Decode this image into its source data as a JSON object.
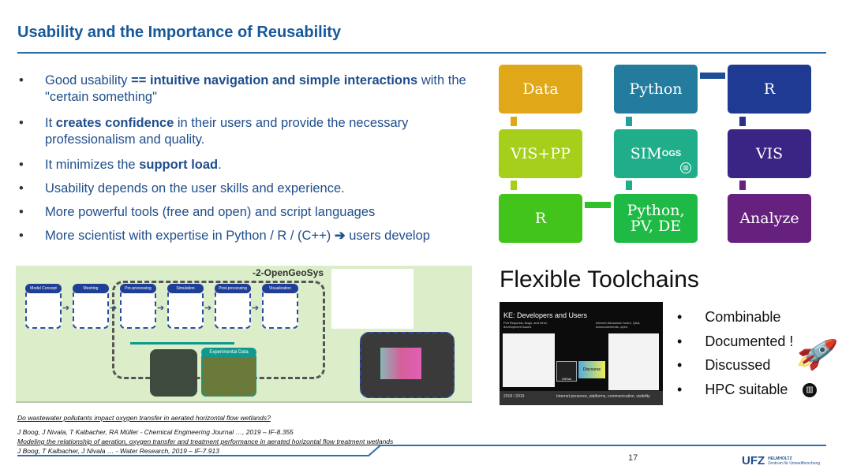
{
  "title": "Usability and the Importance of Reusability",
  "bullets": [
    {
      "segments": [
        {
          "text": "Good usability ",
          "bold": false
        },
        {
          "text": "== intuitive navigation and simple interactions",
          "bold": true
        },
        {
          "text": " with the \"certain something\"",
          "bold": false
        }
      ]
    },
    {
      "segments": [
        {
          "text": "It ",
          "bold": false
        },
        {
          "text": "creates confidence",
          "bold": true
        },
        {
          "text": " in their users and provide the necessary professionalism and quality.",
          "bold": false
        }
      ]
    },
    {
      "segments": [
        {
          "text": "It minimizes the ",
          "bold": false
        },
        {
          "text": "support load",
          "bold": true
        },
        {
          "text": ".",
          "bold": false
        }
      ]
    },
    {
      "segments": [
        {
          "text": "Usability depends on the user skills and  experience.",
          "bold": false
        }
      ]
    },
    {
      "segments": [
        {
          "text": "More powerful tools (free and open) and script languages",
          "bold": false
        }
      ]
    },
    {
      "segments": [
        {
          "text": "More scientist with expertise in Python / R / (C++) ",
          "bold": false
        },
        {
          "text": "➔",
          "bold": true
        },
        {
          "text": " users develop",
          "bold": false
        }
      ]
    }
  ],
  "toolchain": {
    "boxes": [
      {
        "label": "Data",
        "color": "#e0a818"
      },
      {
        "label": "Python",
        "color": "#237b9e"
      },
      {
        "label": "R",
        "color": "#1f3a92"
      },
      {
        "label": "VIS+PP",
        "color": "#a6cf1b"
      },
      {
        "label": "SIM",
        "sup": "OGS",
        "color": "#20ae8a"
      },
      {
        "label": "VIS",
        "color": "#3a2585"
      },
      {
        "label": "R",
        "color": "#42c41b"
      },
      {
        "label": "Python, PV, DE",
        "color": "#1fba45"
      },
      {
        "label": "Analyze",
        "color": "#66217f"
      }
    ]
  },
  "workflow": {
    "stages": [
      "Model Concept",
      "Meshing",
      "Pre-processing",
      "Simulation",
      "Post-processing",
      "Visualization"
    ],
    "r2ogs": "-2-OpenGeoSys",
    "experimental": "Experimental Data",
    "bg": "#dcedc9"
  },
  "flexible": {
    "heading": "Flexible Toolchains",
    "screenshot": {
      "title": "KE: Developers and Users",
      "left_caption": "Pull Requests, Bugs, and other development issues",
      "right_caption": "Internet discussion forum, Q&A, Announcements, open,",
      "footer_left": "2018 / 2019",
      "footer_right": "Internet presence, platforms, communication, visibility",
      "logo1": "GitHub",
      "logo2": "Discourse"
    },
    "items": [
      "Combinable",
      "Documented  !",
      "Discussed",
      "HPC suitable"
    ]
  },
  "references": [
    {
      "text": "Do wastewater pollutants impact  oxygen transfer in aerated horizontal  flow wetlands?",
      "underline": true
    },
    {
      "text": "J Boog, J Nivala, T Kalbacher, RA Müller - Chemical  Engineering Journal …, 2019 – IF-8.355",
      "underline": false
    },
    {
      "text": "Modeling the relationship of aeration, oxygen transfer and treatment  performance  in aerated horizontal flow treatment  wetlands",
      "underline": true
    },
    {
      "text": "J Boog,  T Kalbacher, J Nivala … - Water Research, 2019 – IF-7.913",
      "underline": false
    }
  ],
  "footer": {
    "page": "17",
    "logo_text": "UFZ",
    "logo_sub1": "HELMHOLTZ",
    "logo_sub2": "Zentrum für Umweltforschung"
  },
  "colors": {
    "accent": "#17589a"
  }
}
